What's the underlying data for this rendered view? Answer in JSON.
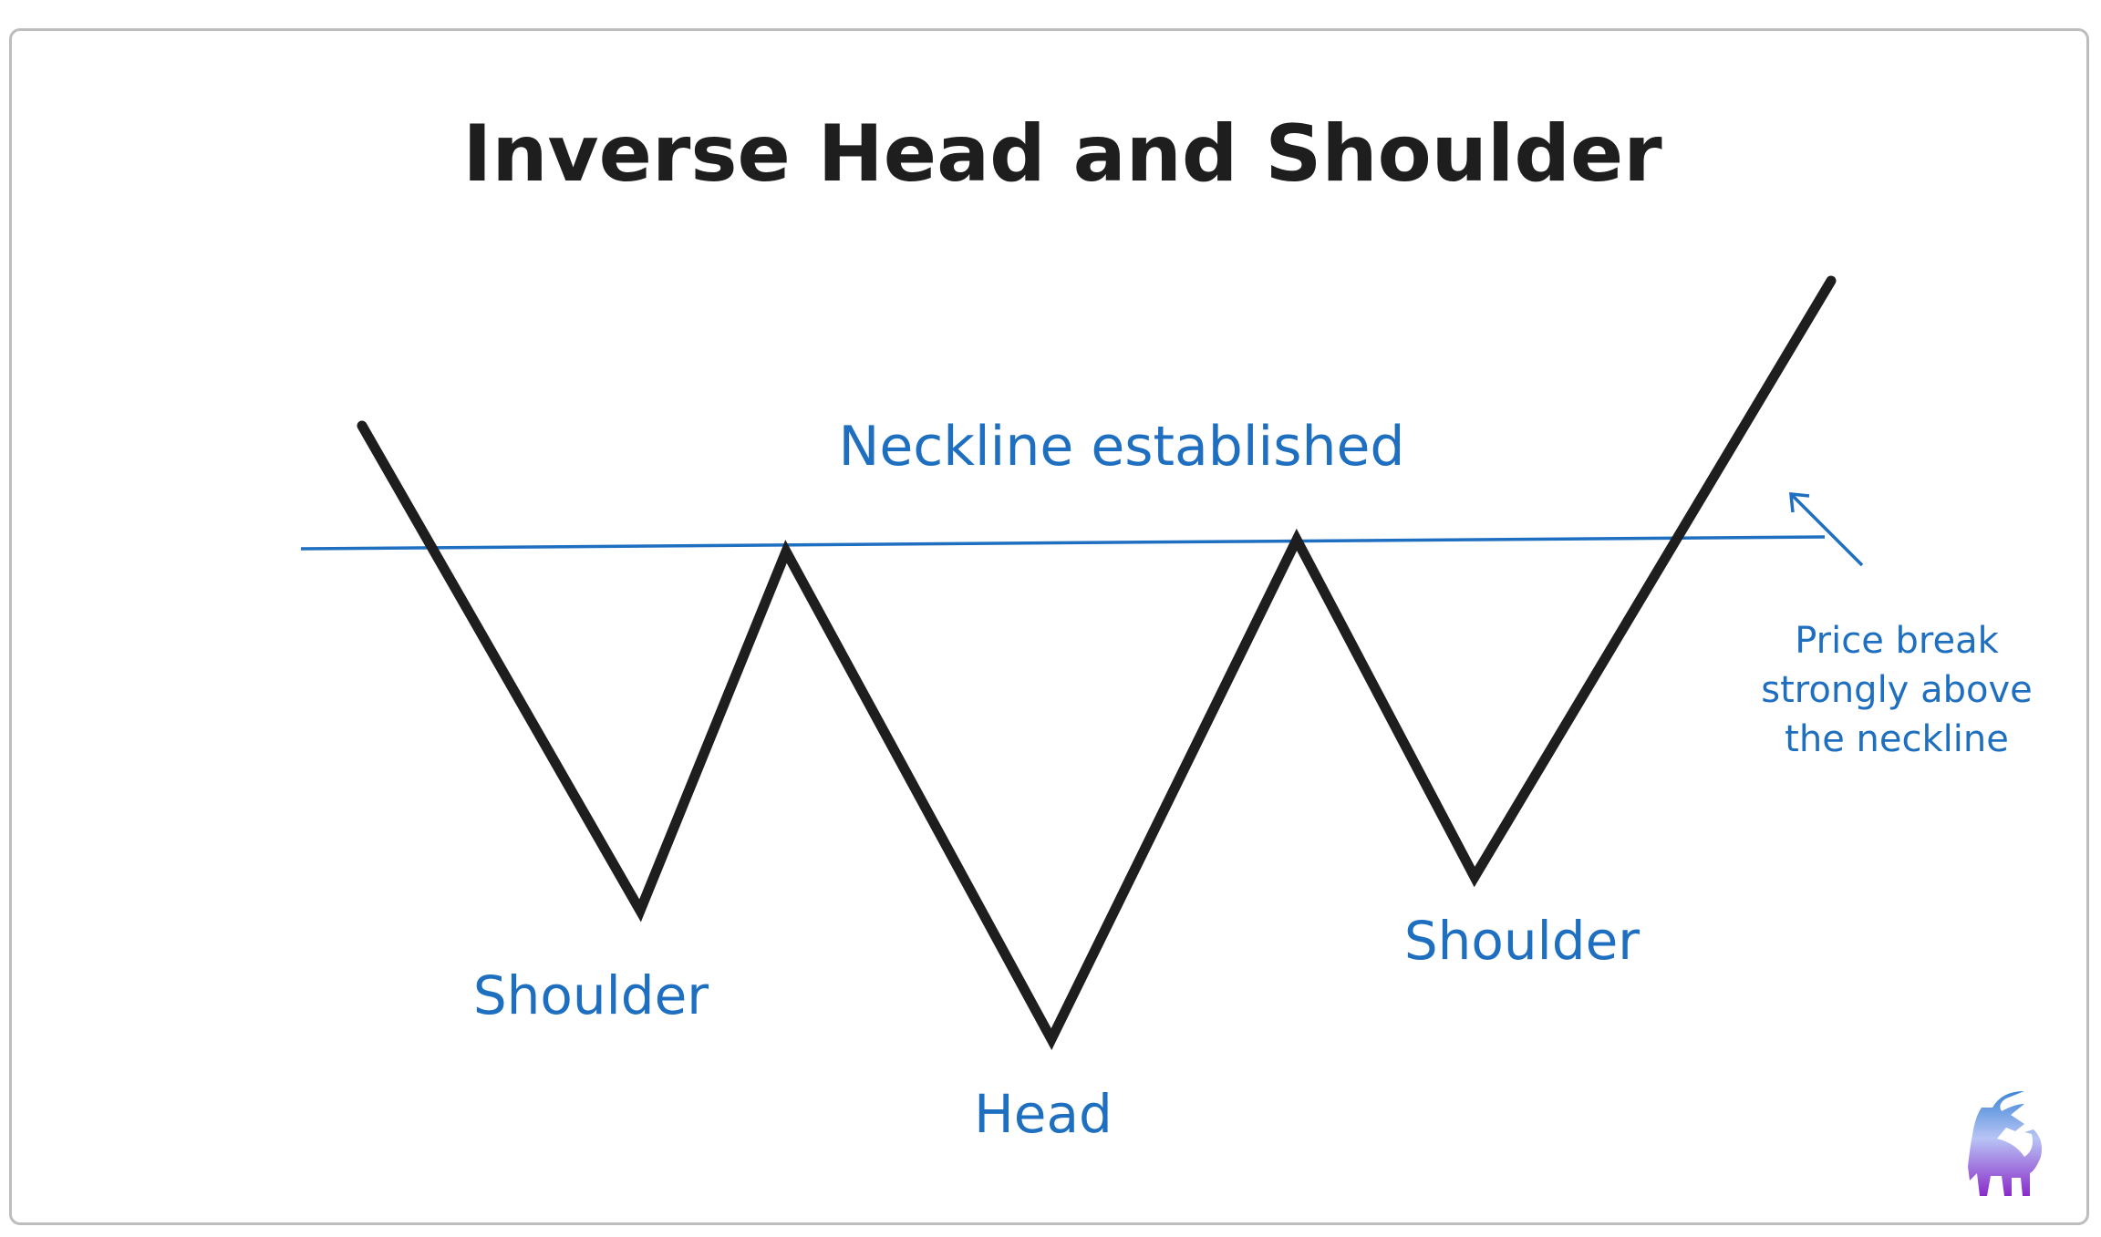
{
  "title": "Inverse Head and Shoulder",
  "labels": {
    "neckline": "Neckline established",
    "left_shoulder": "Shoulder",
    "head": "Head",
    "right_shoulder": "Shoulder",
    "breakout": [
      "Price break",
      "strongly above",
      "the neckline"
    ]
  },
  "colors": {
    "price_line": "#1e1e1e",
    "annotation": "#1f6fc1",
    "frame": "#bdbdbd"
  }
}
